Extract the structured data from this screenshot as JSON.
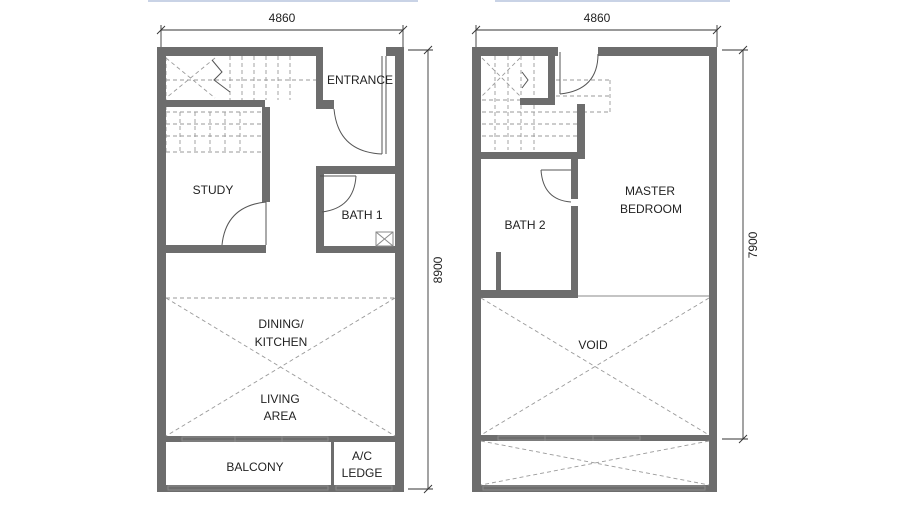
{
  "plans": {
    "lower": {
      "width_dim": "4860",
      "height_dim": "8900",
      "rooms": {
        "entrance": "ENTRANCE",
        "study": "STUDY",
        "bath1": "BATH 1",
        "dining_1": "DINING/",
        "dining_2": "KITCHEN",
        "living_1": "LIVING",
        "living_2": "AREA",
        "balcony": "BALCONY",
        "ac_1": "A/C",
        "ac_2": "LEDGE"
      }
    },
    "upper": {
      "width_dim": "4860",
      "height_dim": "7900",
      "rooms": {
        "master_1": "MASTER",
        "master_2": "BEDROOM",
        "bath2": "BATH 2",
        "void": "VOID"
      }
    }
  },
  "colors": {
    "wall": "#6d6d6d",
    "line": "#8a8a8a"
  }
}
